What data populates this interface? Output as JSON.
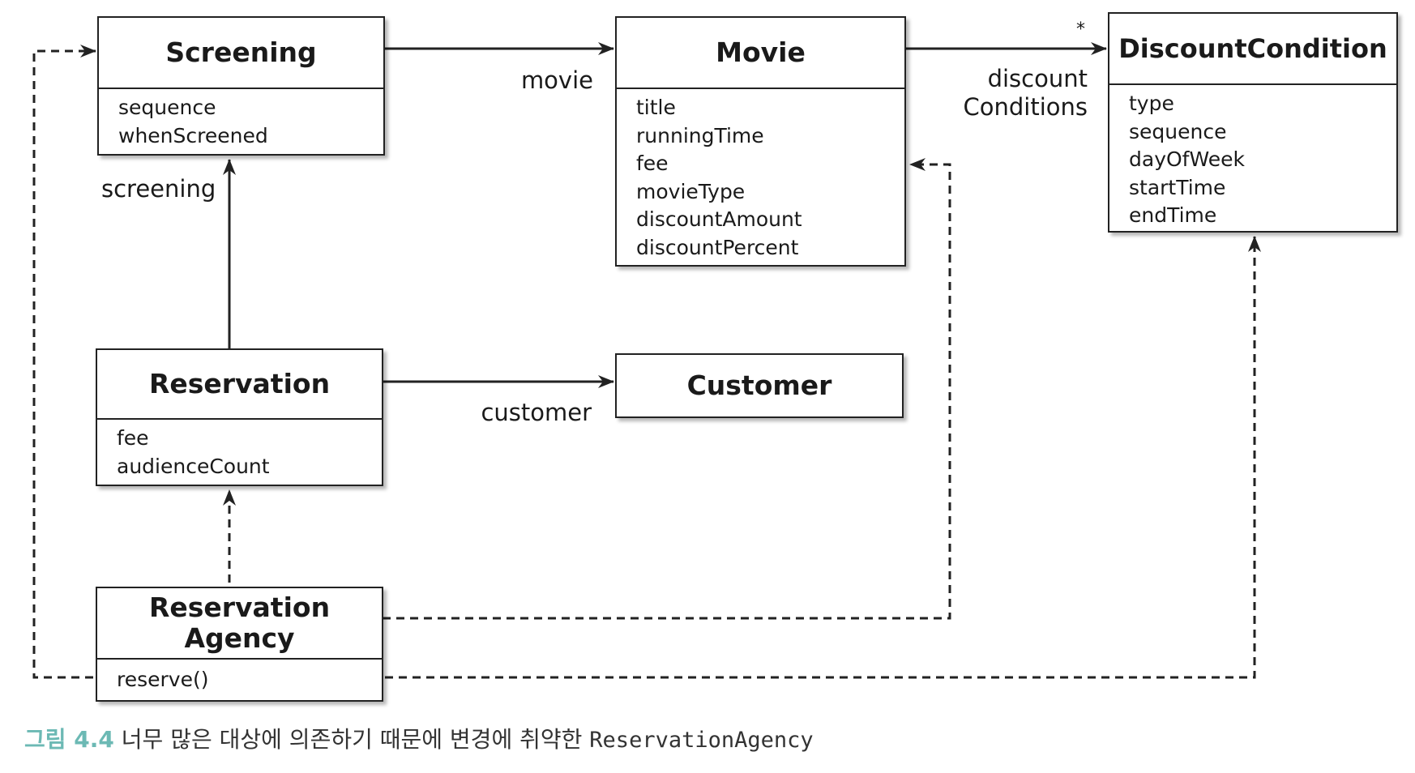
{
  "classes": {
    "screening": {
      "name": "Screening",
      "attributes": [
        "sequence",
        "whenScreened"
      ]
    },
    "movie": {
      "name": "Movie",
      "attributes": [
        "title",
        "runningTime",
        "fee",
        "movieType",
        "discountAmount",
        "discountPercent"
      ]
    },
    "discount_condition": {
      "name": "DiscountCondition",
      "attributes": [
        "type",
        "sequence",
        "dayOfWeek",
        "startTime",
        "endTime"
      ]
    },
    "reservation": {
      "name": "Reservation",
      "attributes": [
        "fee",
        "audienceCount"
      ]
    },
    "customer": {
      "name": "Customer"
    },
    "reservation_agency": {
      "name_line1": "Reservation",
      "name_line2": "Agency",
      "methods": [
        "reserve()"
      ]
    }
  },
  "associations": {
    "screening_movie": "movie",
    "movie_discount_line1": "discount",
    "movie_discount_line2": "Conditions",
    "movie_discount_multiplicity": "*",
    "reservation_screening": "screening",
    "reservation_customer": "customer"
  },
  "caption": {
    "figure_number": "그림 4.4",
    "text": "너무 많은 대상에 의존하기 때문에 변경에 취약한",
    "code": "ReservationAgency"
  },
  "colors": {
    "line": "#222222",
    "caption_accent": "#6cb9b4"
  }
}
